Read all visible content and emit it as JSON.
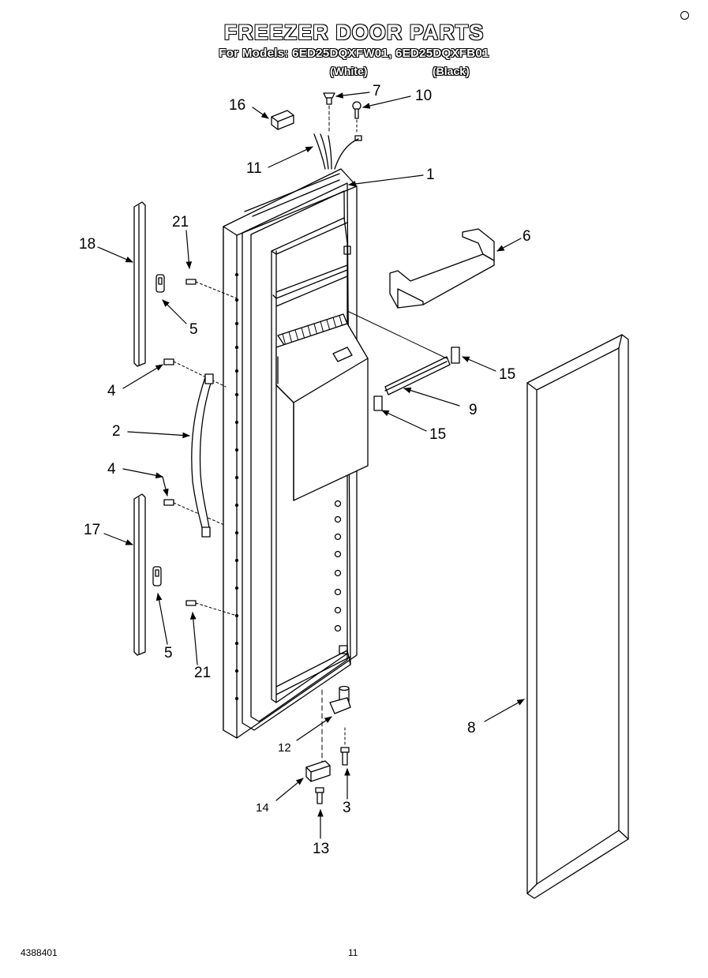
{
  "header": {
    "title": "FREEZER DOOR PARTS",
    "models_line": "For Models: 6ED25DQXFW01, 6ED25DQXFB01",
    "variant_white": "(White)",
    "variant_black": "(Black)"
  },
  "callouts": {
    "c1": "1",
    "c2": "2",
    "c3": "3",
    "c4a": "4",
    "c4b": "4",
    "c5a": "5",
    "c5b": "5",
    "c6": "6",
    "c7": "7",
    "c8": "8",
    "c9": "9",
    "c10": "10",
    "c11": "11",
    "c12": "12",
    "c13": "13",
    "c14": "14",
    "c15a": "15",
    "c15b": "15",
    "c16": "16",
    "c17": "17",
    "c18": "18",
    "c21a": "21",
    "c21b": "21"
  },
  "footer": {
    "doc_number": "4388401",
    "page_number": "11"
  }
}
